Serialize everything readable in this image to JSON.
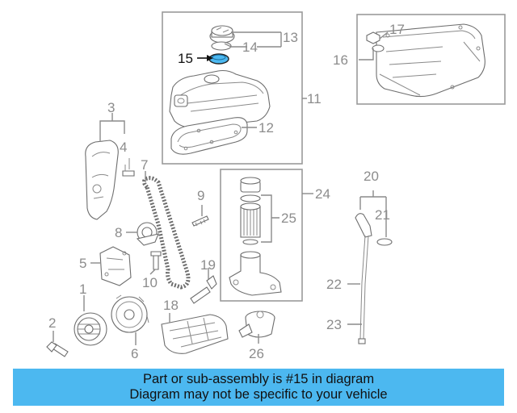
{
  "highlight_color": "#4cb8f0",
  "callouts": {
    "c1": "1",
    "c2": "2",
    "c3": "3",
    "c4": "4",
    "c5": "5",
    "c6": "6",
    "c7": "7",
    "c8": "8",
    "c9": "9",
    "c10": "10",
    "c11": "11",
    "c12": "12",
    "c13": "13",
    "c14": "14",
    "c15": "15",
    "c16": "16",
    "c17": "17",
    "c18": "18",
    "c19": "19",
    "c20": "20",
    "c21": "21",
    "c22": "22",
    "c23": "23",
    "c24": "24",
    "c25": "25",
    "c26": "26"
  },
  "banner": {
    "line1": "Part or sub-assembly is #15 in diagram",
    "line2": "Diagram may not be specific to your vehicle"
  }
}
